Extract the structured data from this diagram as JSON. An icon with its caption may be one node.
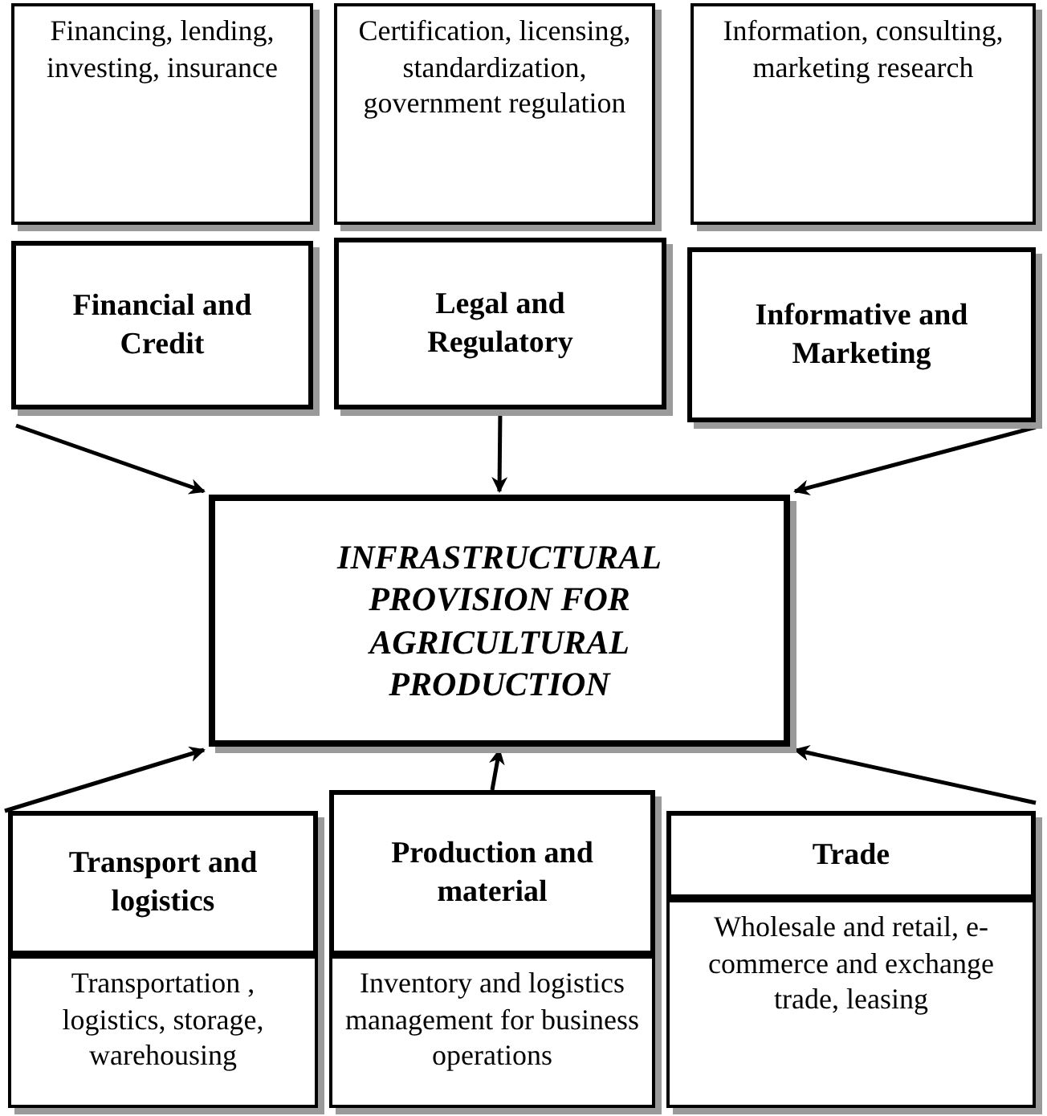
{
  "diagram": {
    "nodes": [
      {
        "text": [
          "Financing, lending, investing, insurance"
        ]
      },
      {
        "text": [
          "Certification, licensing, standardization, government regulation"
        ]
      },
      {
        "text": [
          "Information, consulting, marketing research"
        ]
      },
      {
        "text": [
          "Financial and Credit"
        ]
      },
      {
        "text": [
          "Legal and Regulatory"
        ]
      },
      {
        "text": [
          "Informative and Marketing"
        ]
      },
      {
        "text": [
          "INFRASTRUCTURAL PROVISION FOR AGRICULTURAL PRODUCTION"
        ]
      },
      {
        "text": [
          "Transport and logistics"
        ]
      },
      {
        "text": [
          "Production and material"
        ]
      },
      {
        "text": [
          "Trade"
        ]
      },
      {
        "text": [
          "Transportation , logistics, storage, warehousing"
        ]
      },
      {
        "text": [
          "Inventory and logistics management for business operations"
        ]
      },
      {
        "text": [
          "Wholesale and retail, e-commerce and exchange trade, leasing"
        ]
      }
    ],
    "edges": [
      {
        "from": 3,
        "to": 6,
        "arrow": "to"
      },
      {
        "from": 4,
        "to": 6,
        "arrow": "to"
      },
      {
        "from": 5,
        "to": 6,
        "arrow": "to"
      },
      {
        "from": 7,
        "to": 6,
        "arrow": "to"
      },
      {
        "from": 8,
        "to": 6,
        "arrow": "to"
      },
      {
        "from": 9,
        "to": 6,
        "arrow": "to"
      }
    ]
  }
}
